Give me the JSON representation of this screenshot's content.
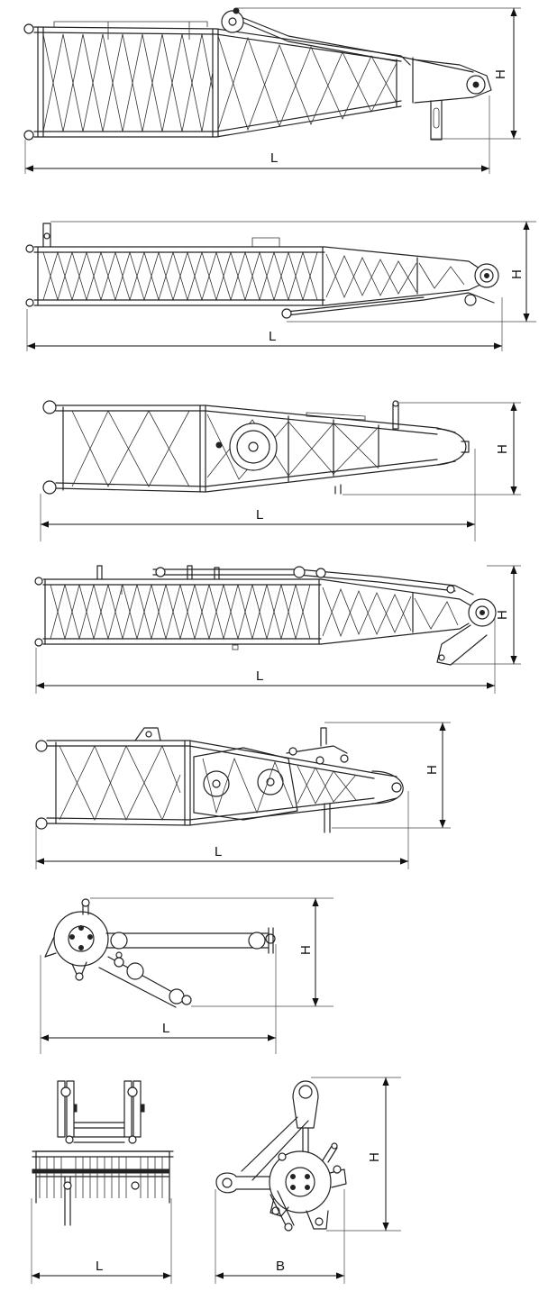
{
  "drawings": [
    {
      "id": "boom-base-section",
      "dims": [
        "L",
        "H"
      ]
    },
    {
      "id": "boom-intermediate-section-long",
      "dims": [
        "L",
        "H"
      ]
    },
    {
      "id": "boom-top-section-short",
      "dims": [
        "L",
        "H"
      ]
    },
    {
      "id": "boom-top-section-long",
      "dims": [
        "L",
        "H"
      ]
    },
    {
      "id": "jib-head-section",
      "dims": [
        "L",
        "H"
      ]
    },
    {
      "id": "pendant-frame",
      "dims": [
        "L",
        "H"
      ]
    },
    {
      "id": "hook-block-side",
      "dims": [
        "L"
      ]
    },
    {
      "id": "hook-block-front",
      "dims": [
        "B",
        "H"
      ]
    }
  ],
  "labels": {
    "d1_L": "L",
    "d1_H": "H",
    "d2_L": "L",
    "d2_H": "H",
    "d3_L": "L",
    "d3_H": "H",
    "d4_L": "L",
    "d4_H": "H",
    "d5_L": "L",
    "d5_H": "H",
    "d6_L": "L",
    "d6_H": "H",
    "d7_L": "L",
    "d8_B": "B",
    "d8_H": "H"
  }
}
